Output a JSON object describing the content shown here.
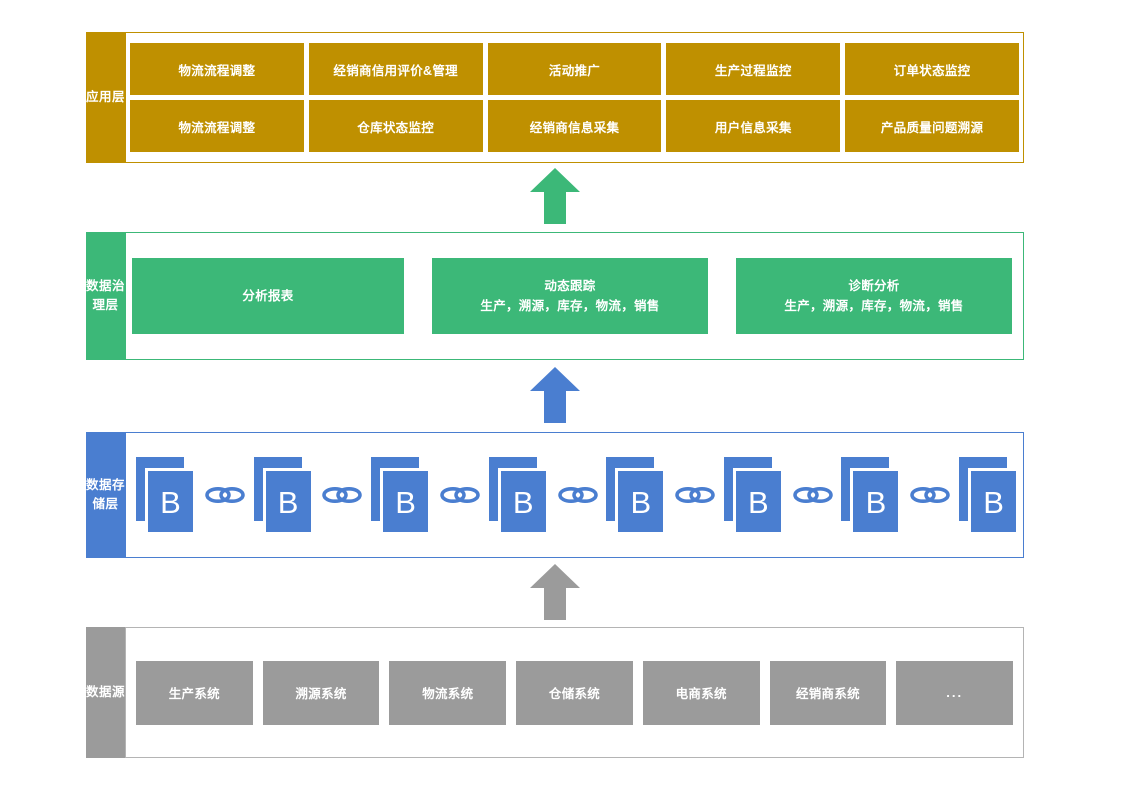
{
  "diagram": {
    "title": "Blockchain-based supply chain data platform layered architecture",
    "colors": {
      "application": "#bf9000",
      "governance": "#3cb878",
      "storage": "#4a7ed0",
      "source": "#9b9b9b"
    }
  },
  "layers": {
    "application": {
      "label": "应用层",
      "row1": [
        {
          "label": "物流流程调整"
        },
        {
          "label": "经销商信用评价&管理"
        },
        {
          "label": "活动推广"
        },
        {
          "label": "生产过程监控"
        },
        {
          "label": "订单状态监控"
        }
      ],
      "row2": [
        {
          "label": "物流流程调整"
        },
        {
          "label": "仓库状态监控"
        },
        {
          "label": "经销商信息采集"
        },
        {
          "label": "用户信息采集"
        },
        {
          "label": "产品质量问题溯源"
        }
      ]
    },
    "governance": {
      "label": "数据治理层",
      "cells": [
        {
          "title": "分析报表",
          "subtitle": ""
        },
        {
          "title": "动态跟踪",
          "subtitle": "生产，溯源，库存，物流，销售"
        },
        {
          "title": "诊断分析",
          "subtitle": "生产，溯源，库存，物流，销售"
        }
      ]
    },
    "storage": {
      "label": "数据存储层",
      "blocks": [
        {
          "label": "B"
        },
        {
          "label": "B"
        },
        {
          "label": "B"
        },
        {
          "label": "B"
        },
        {
          "label": "B"
        },
        {
          "label": "B"
        },
        {
          "label": "B"
        },
        {
          "label": "B"
        }
      ],
      "link_icon": "chain-link-icon"
    },
    "source": {
      "label": "数据源",
      "cells": [
        {
          "label": "生产系统"
        },
        {
          "label": "溯源系统"
        },
        {
          "label": "物流系统"
        },
        {
          "label": "仓储系统"
        },
        {
          "label": "电商系统"
        },
        {
          "label": "经销商系统"
        },
        {
          "label": "..."
        }
      ]
    }
  },
  "arrows": [
    {
      "name": "arrow-storage-to-governance-to-application",
      "direction": "up",
      "color": "#3cb878"
    },
    {
      "name": "arrow-storage-to-governance",
      "direction": "up",
      "color": "#4a7ed0"
    },
    {
      "name": "arrow-source-to-storage",
      "direction": "up",
      "color": "#9b9b9b"
    }
  ]
}
